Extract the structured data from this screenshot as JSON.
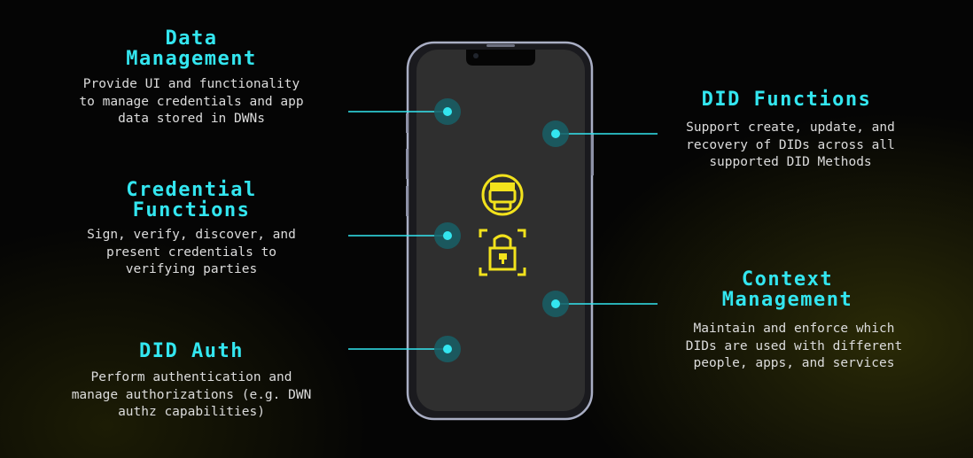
{
  "features": [
    {
      "id": "data-management",
      "title": "Data\nManagement",
      "description": "Provide UI and functionality\nto manage credentials and app\ndata stored in DWNs"
    },
    {
      "id": "credential-functions",
      "title": "Credential\nFunctions",
      "description": "Sign, verify, discover, and\npresent credentials to\nverifying parties"
    },
    {
      "id": "did-auth",
      "title": "DID Auth",
      "description": "Perform authentication and\nmanage authorizations (e.g. DWN\nauthz capabilities)"
    },
    {
      "id": "did-functions",
      "title": "DID Functions",
      "description": "Support create, update, and\nrecovery of DIDs across all\nsupported DID Methods"
    },
    {
      "id": "context-management",
      "title": "Context\nManagement",
      "description": "Maintain and enforce which\nDIDs are used with different\npeople, apps, and services"
    }
  ],
  "colors": {
    "accent": "#33e6f0",
    "icon": "#f2e21c",
    "phone_body": "#2e2e2e",
    "phone_frame": "#9aa0b8"
  },
  "icons": [
    "avatar-icon",
    "lock-icon"
  ]
}
